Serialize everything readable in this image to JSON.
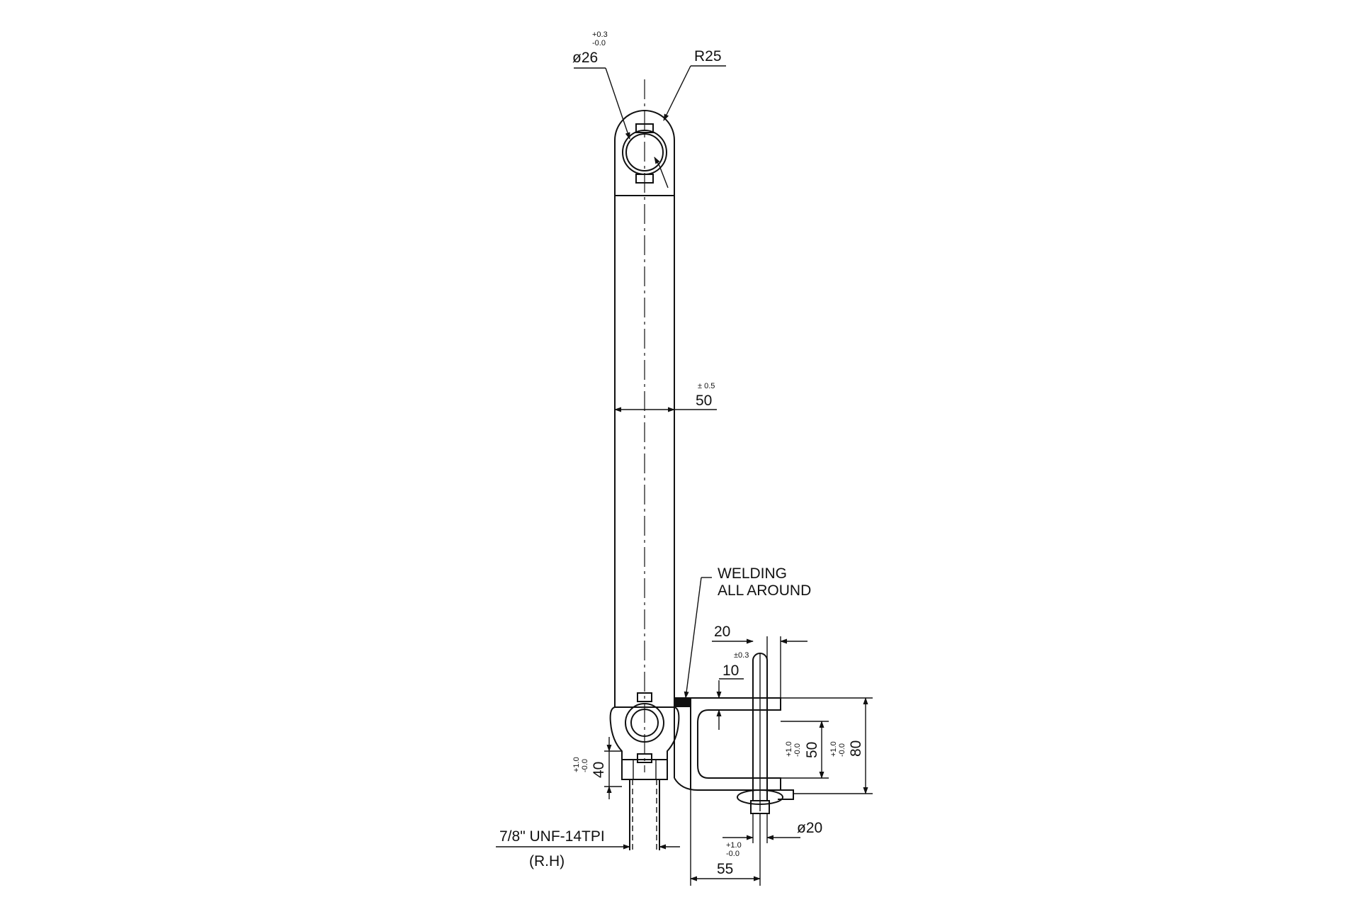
{
  "dimensions": {
    "bore_dia": "ø26",
    "bore_tol_plus": "+0.3",
    "bore_tol_minus": "-0.0",
    "eye_radius": "R25",
    "tube_width": "50",
    "tube_width_tol": "± 0.5",
    "clevis_pin_offset": "20",
    "clevis_slot": "10",
    "clevis_slot_tol": "±0.3",
    "clevis_gap": "50",
    "clevis_gap_tol_plus": "+1.0",
    "clevis_gap_tol_minus": "-0.0",
    "clevis_height": "80",
    "clevis_height_tol_plus": "+1.0",
    "clevis_height_tol_minus": "-0.0",
    "nut_height": "40",
    "nut_height_tol_plus": "+1.0",
    "nut_height_tol_minus": "-0.0",
    "pin_dia": "ø20",
    "clevis_length": "55",
    "clevis_length_tol_plus": "+1.0",
    "clevis_length_tol_minus": "-0.0"
  },
  "notes": {
    "welding_line1": "WELDING",
    "welding_line2": "ALL AROUND",
    "thread_spec": "7/8\" UNF-14TPI",
    "thread_hand": "(R.H)"
  }
}
